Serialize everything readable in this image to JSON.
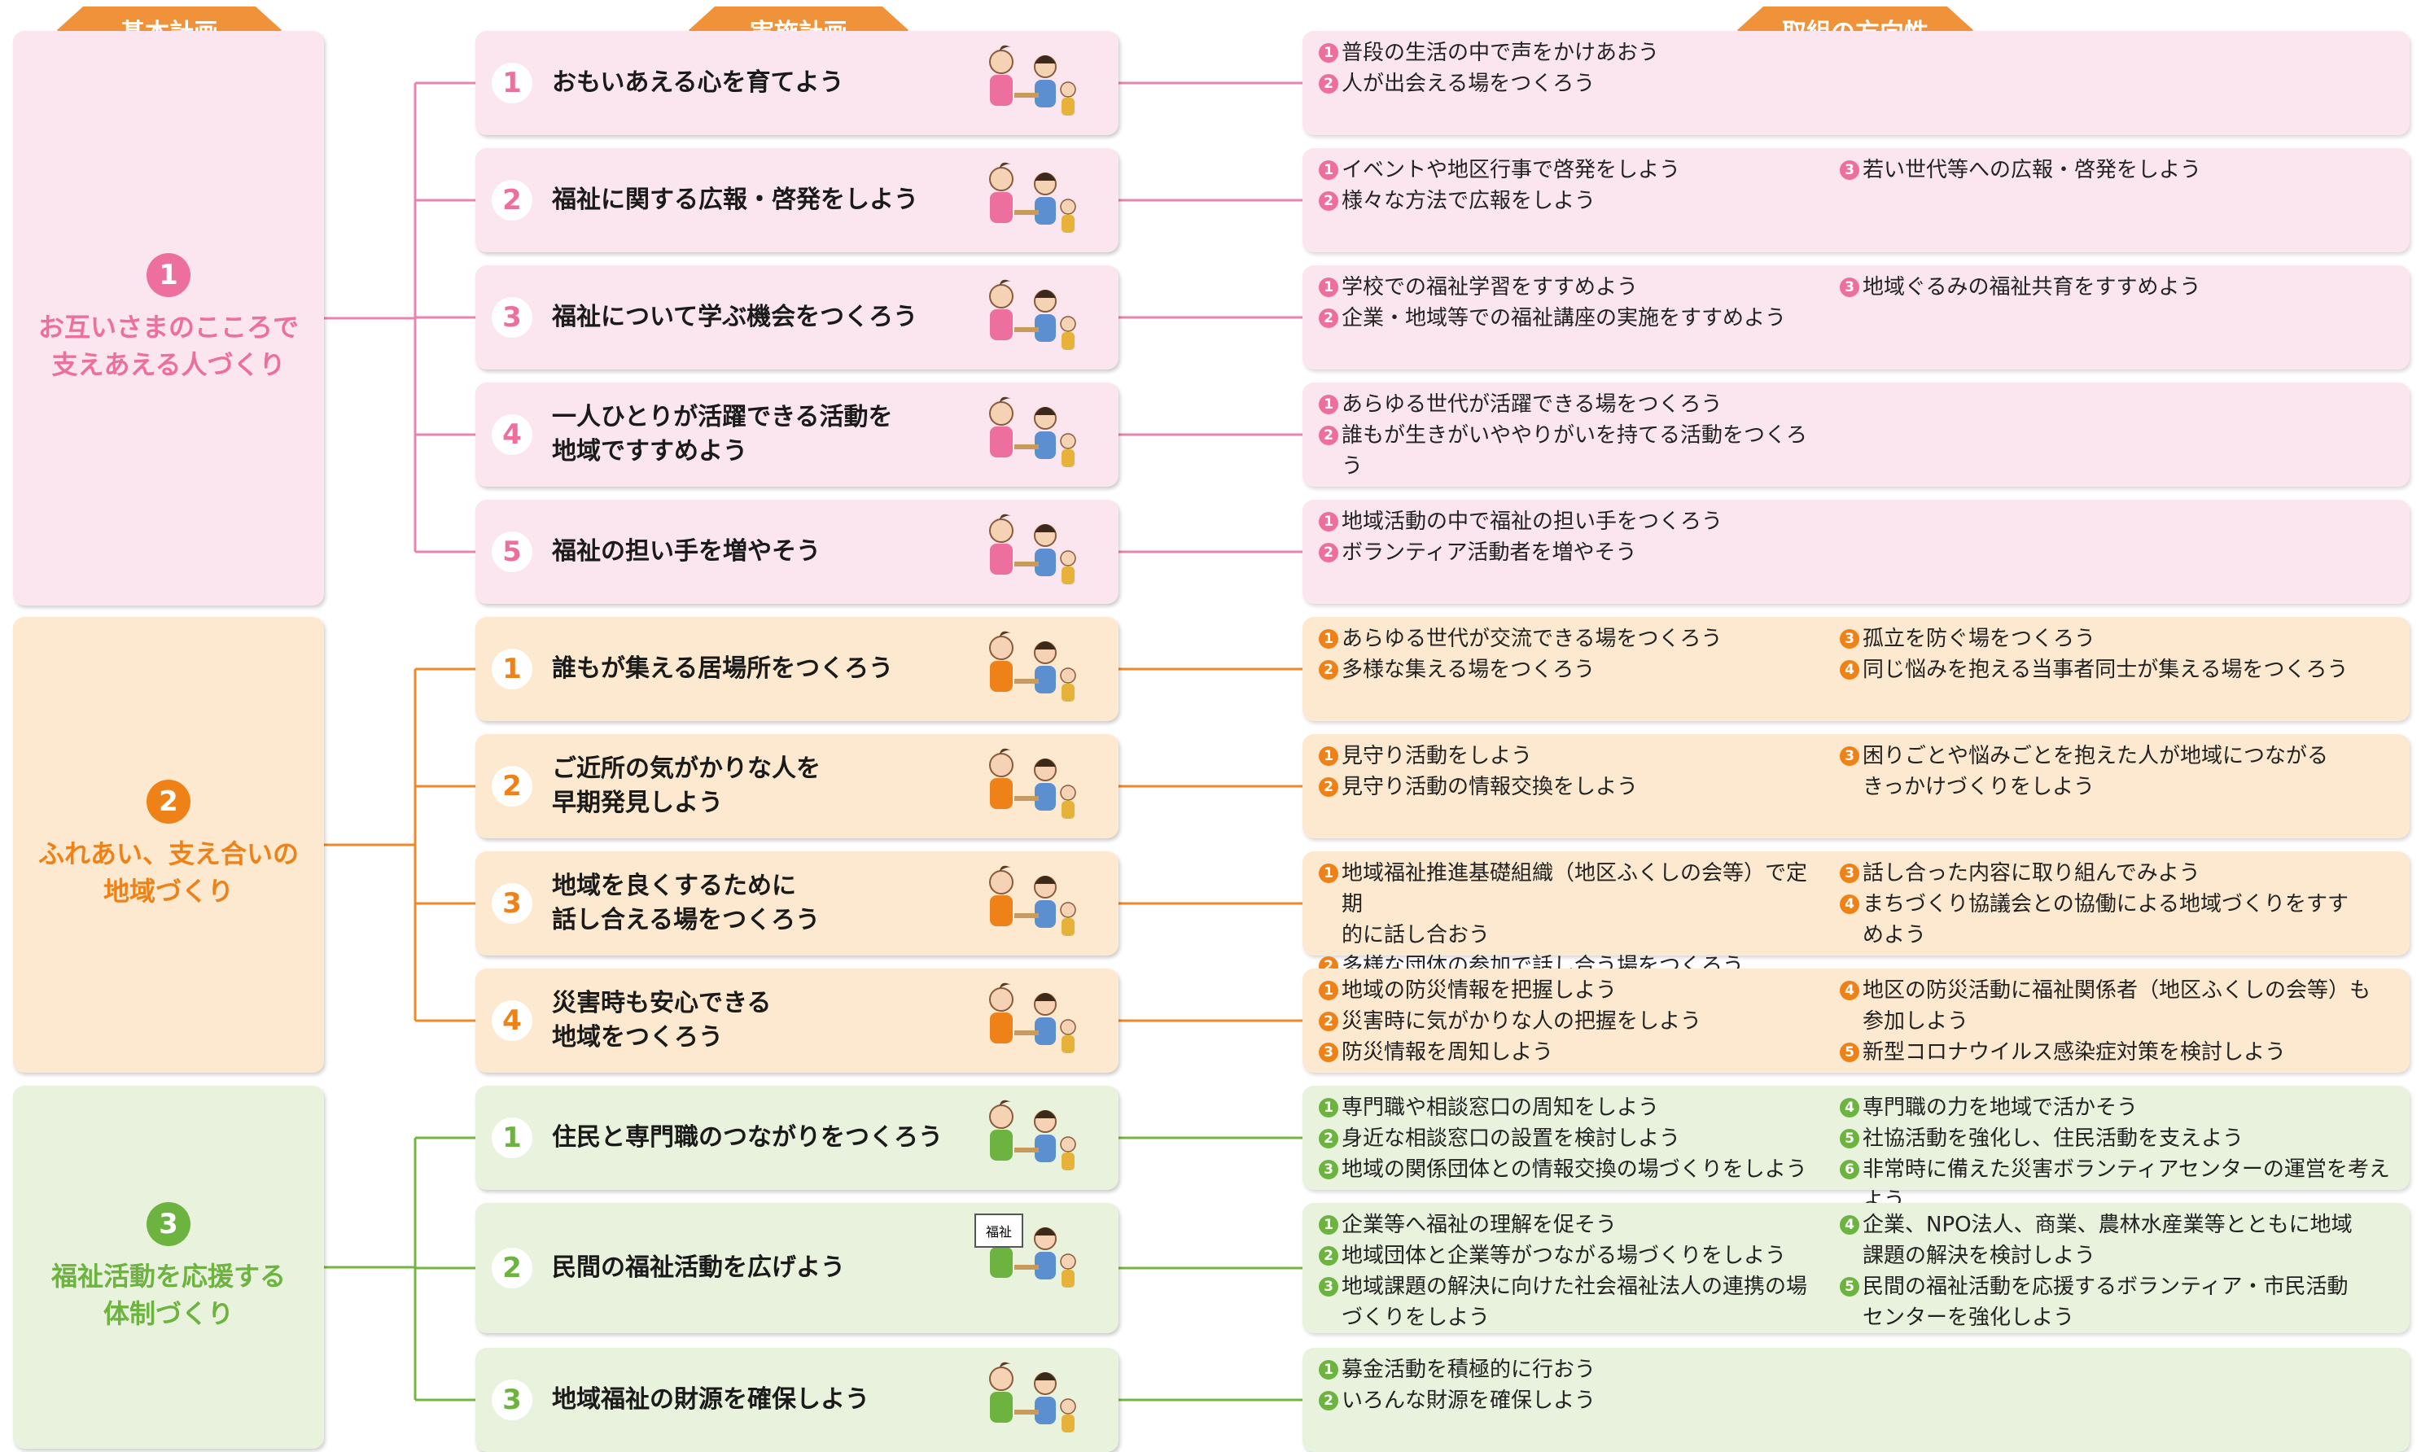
{
  "headers": {
    "basic": "基本計画",
    "implementation": "実施計画",
    "direction": "取組の方向性"
  },
  "colors": {
    "header": "#f0923a",
    "pink": {
      "accent": "#ec6f9e",
      "bg": "#fbe6ef",
      "line": "#e884ad"
    },
    "orange": {
      "accent": "#ee8218",
      "bg": "#fde9cf",
      "line": "#ee8a2a"
    },
    "green": {
      "accent": "#6db33f",
      "bg": "#e8f2dc",
      "line": "#75b543"
    }
  },
  "sections": [
    {
      "number": "1",
      "title": "お互いさまのこころで\n支えあえる人づくり",
      "theme": "pink",
      "plans": [
        {
          "number": "1",
          "text": "おもいあえる心を育てよう",
          "illustration": "caregiver-wheelchair-illustration",
          "directions": [
            {
              "num": "1",
              "text": "普段の生活の中で声をかけあおう"
            },
            {
              "num": "2",
              "text": "人が出会える場をつくろう"
            }
          ]
        },
        {
          "number": "2",
          "text": "福祉に関する広報・啓発をしよう",
          "illustration": "community-event-illustration",
          "directions": [
            {
              "num": "1",
              "text": "イベントや地区行事で啓発をしよう"
            },
            {
              "num": "2",
              "text": "様々な方法で広報をしよう"
            },
            {
              "num": "3",
              "text": "若い世代等への広報・啓発をしよう"
            }
          ]
        },
        {
          "number": "3",
          "text": "福祉について学ぶ機会をつくろう",
          "illustration": "children-learning-illustration",
          "directions": [
            {
              "num": "1",
              "text": "学校での福祉学習をすすめよう"
            },
            {
              "num": "2",
              "text": "企業・地域等での福祉講座の実施をすすめよう"
            },
            {
              "num": "3",
              "text": "地域ぐるみの福祉共育をすすめよう"
            }
          ]
        },
        {
          "number": "4",
          "text": "一人ひとりが活躍できる活動を\n地域ですすめよう",
          "illustration": "group-activity-illustration",
          "directions": [
            {
              "num": "1",
              "text": "あらゆる世代が活躍できる場をつくろう"
            },
            {
              "num": "2",
              "text": "誰もが生きがいややりがいを持てる活動をつくろう"
            }
          ]
        },
        {
          "number": "5",
          "text": "福祉の担い手を増やそう",
          "illustration": "volunteer-helper-illustration",
          "directions": [
            {
              "num": "1",
              "text": "地域活動の中で福祉の担い手をつくろう"
            },
            {
              "num": "2",
              "text": "ボランティア活動者を増やそう"
            }
          ]
        }
      ]
    },
    {
      "number": "2",
      "title": "ふれあい、支え合いの\n地域づくり",
      "theme": "orange",
      "plans": [
        {
          "number": "1",
          "text": "誰もが集える居場所をつくろう",
          "illustration": "gathering-place-illustration",
          "directions": [
            {
              "num": "1",
              "text": "あらゆる世代が交流できる場をつくろう"
            },
            {
              "num": "2",
              "text": "多様な集える場をつくろう"
            },
            {
              "num": "3",
              "text": "孤立を防ぐ場をつくろう"
            },
            {
              "num": "4",
              "text": "同じ悩みを抱える当事者同士が集える場をつくろう"
            }
          ]
        },
        {
          "number": "2",
          "text": "ご近所の気がかりな人を\n早期発見しよう",
          "illustration": "neighborhood-watch-illustration",
          "directions": [
            {
              "num": "1",
              "text": "見守り活動をしよう"
            },
            {
              "num": "2",
              "text": "見守り活動の情報交換をしよう"
            },
            {
              "num": "3",
              "text": "困りごとや悩みごとを抱えた人が地域につながる\nきっかけづくりをしよう"
            }
          ]
        },
        {
          "number": "3",
          "text": "地域を良くするために\n話し合える場をつくろう",
          "illustration": "meeting-discussion-illustration",
          "directions": [
            {
              "num": "1",
              "text": "地域福祉推進基礎組織（地区ふくしの会等）で定期\n的に話し合おう"
            },
            {
              "num": "2",
              "text": "多様な団体の参加で話し合う場をつくろう"
            },
            {
              "num": "3",
              "text": "話し合った内容に取り組んでみよう"
            },
            {
              "num": "4",
              "text": "まちづくり協議会との協働による地域づくりをすす\nめよう"
            }
          ]
        },
        {
          "number": "4",
          "text": "災害時も安心できる\n地域をつくろう",
          "illustration": "disaster-evacuation-illustration",
          "directions": [
            {
              "num": "1",
              "text": "地域の防災情報を把握しよう"
            },
            {
              "num": "2",
              "text": "災害時に気がかりな人の把握をしよう"
            },
            {
              "num": "3",
              "text": "防災情報を周知しよう"
            },
            {
              "num": "4",
              "text": "地区の防災活動に福祉関係者（地区ふくしの会等）も\n参加しよう"
            },
            {
              "num": "5",
              "text": "新型コロナウイルス感染症対策を検討しよう"
            }
          ]
        }
      ]
    },
    {
      "number": "3",
      "title": "福祉活動を応援する\n体制づくり",
      "theme": "green",
      "plans": [
        {
          "number": "1",
          "text": "住民と専門職のつながりをつくろう",
          "illustration": "professionals-residents-illustration",
          "directions": [
            {
              "num": "1",
              "text": "専門職や相談窓口の周知をしよう"
            },
            {
              "num": "2",
              "text": "身近な相談窓口の設置を検討しよう"
            },
            {
              "num": "3",
              "text": "地域の関係団体との情報交換の場づくりをしよう"
            },
            {
              "num": "4",
              "text": "専門職の力を地域で活かそう"
            },
            {
              "num": "5",
              "text": "社協活動を強化し、住民活動を支えよう"
            },
            {
              "num": "6",
              "text": "非常時に備えた災害ボランティアセンターの運営を考えよう"
            }
          ]
        },
        {
          "number": "2",
          "text": "民間の福祉活動を広げよう",
          "illustration": "welfare-lecture-illustration",
          "board_label": "福祉",
          "directions": [
            {
              "num": "1",
              "text": "企業等へ福祉の理解を促そう"
            },
            {
              "num": "2",
              "text": "地域団体と企業等がつながる場づくりをしよう"
            },
            {
              "num": "3",
              "text": "地域課題の解決に向けた社会福祉法人の連携の場\nづくりをしよう"
            },
            {
              "num": "4",
              "text": "企業、NPO法人、商業、農林水産業等とともに地域\n課題の解決を検討しよう"
            },
            {
              "num": "5",
              "text": "民間の福祉活動を応援するボランティア・市民活動\nセンターを強化しよう"
            }
          ]
        },
        {
          "number": "3",
          "text": "地域福祉の財源を確保しよう",
          "illustration": "building-illustration",
          "directions": [
            {
              "num": "1",
              "text": "募金活動を積極的に行おう"
            },
            {
              "num": "2",
              "text": "いろんな財源を確保しよう"
            }
          ]
        }
      ]
    }
  ]
}
